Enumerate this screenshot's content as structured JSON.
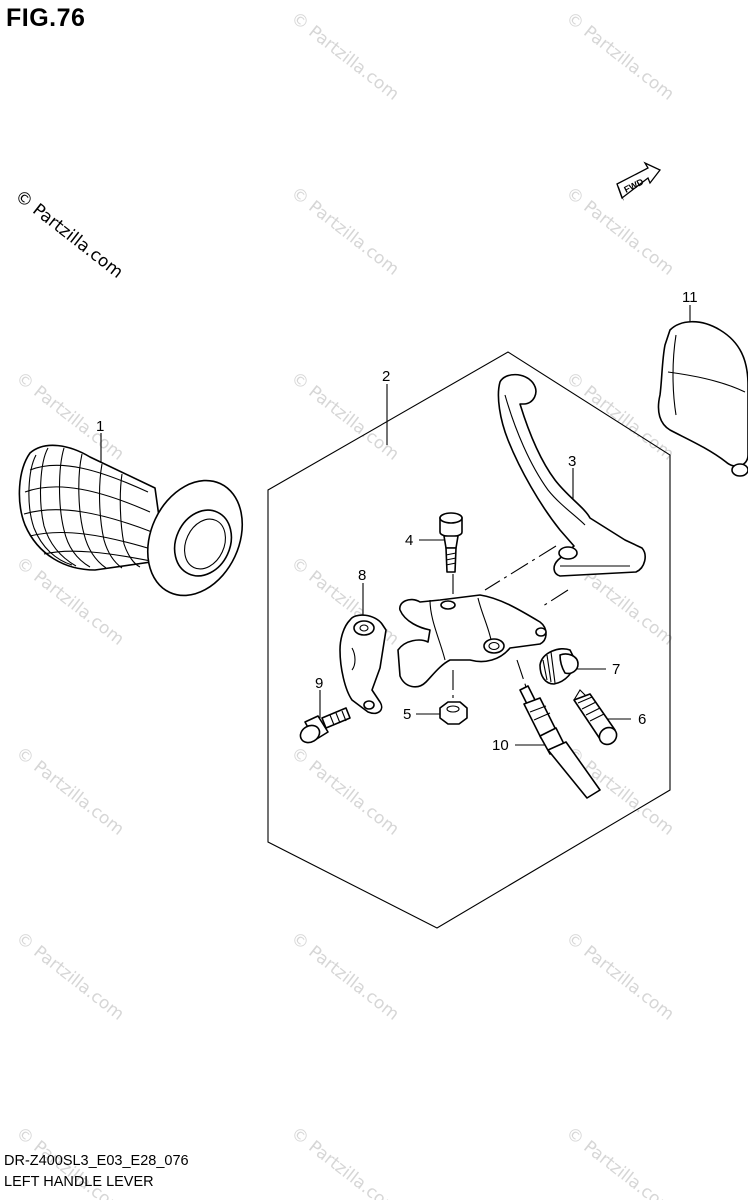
{
  "figure": {
    "title": "FIG.76",
    "model_code": "DR-Z400SL3_E03_E28_076",
    "name": "LEFT HANDLE LEVER",
    "fwd_label": "FWD"
  },
  "watermark": {
    "text": "© Partzilla.com"
  },
  "callouts": [
    "1",
    "2",
    "3",
    "4",
    "5",
    "6",
    "7",
    "8",
    "9",
    "10",
    "11"
  ],
  "colors": {
    "line": "#000000",
    "watermark": "#d6d6d6",
    "background": "#ffffff"
  }
}
